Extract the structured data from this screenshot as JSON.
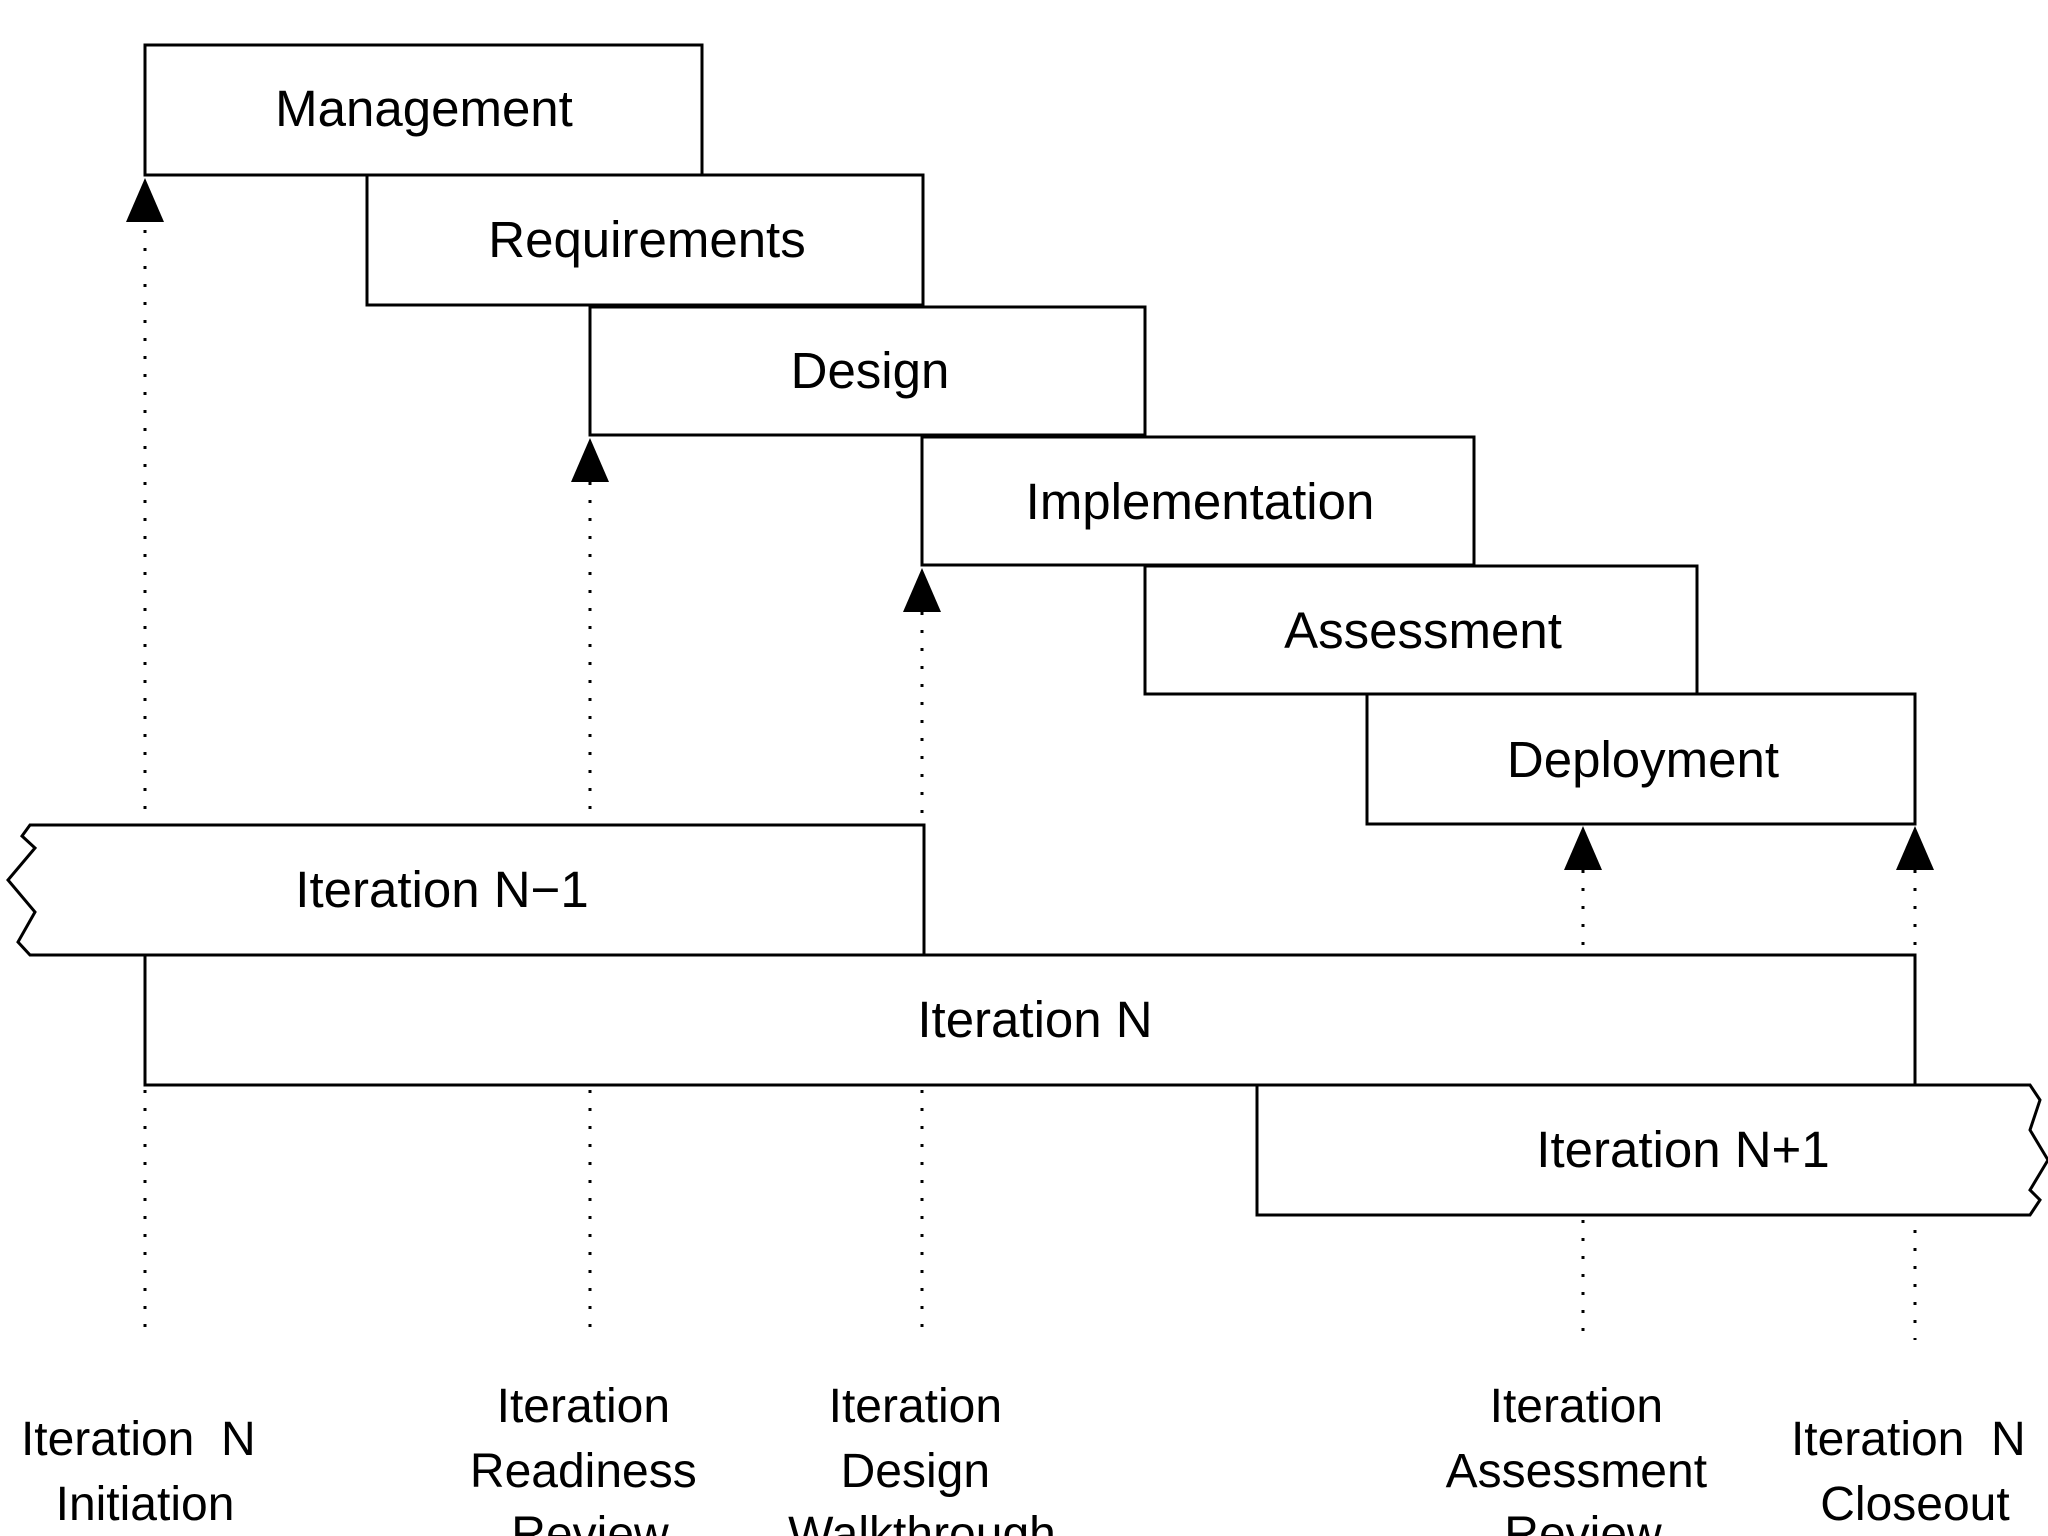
{
  "phases": [
    "Management",
    "Requirements",
    "Design",
    "Implementation",
    "Assessment",
    "Deployment"
  ],
  "iterations": {
    "previous": "Iteration N−1",
    "current": "Iteration N",
    "next": "Iteration N+1"
  },
  "milestones": [
    {
      "lines": [
        "Iteration  N",
        "Initiation"
      ]
    },
    {
      "lines": [
        "Iteration",
        "Readiness",
        "Review"
      ]
    },
    {
      "lines": [
        "Iteration",
        "Design",
        "Walkthrough"
      ]
    },
    {
      "lines": [
        "Iteration",
        "Assessment",
        "Review"
      ]
    },
    {
      "lines": [
        "Iteration  N",
        "Closeout"
      ]
    }
  ]
}
